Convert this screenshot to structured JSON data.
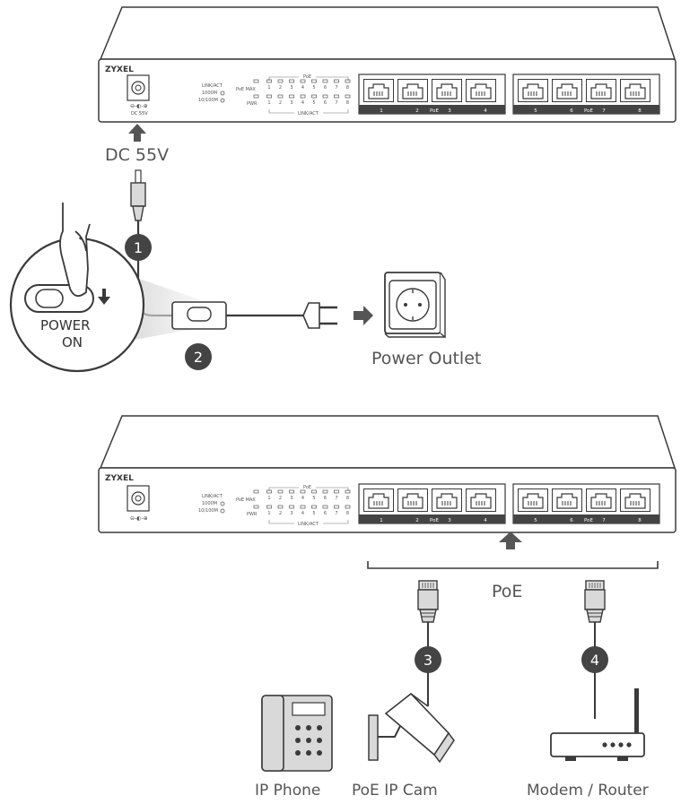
{
  "switch": {
    "brand": "ZYXEL",
    "dc_label": "DC 55V",
    "led_group_poe": "PoE",
    "led_group_link": "LINK/ACT",
    "led_left_link": "LINK/ACT",
    "led_left_1000": "1000M",
    "led_left_10100": "10/100M",
    "led_row_poe_max": "PoE MAX",
    "led_row_pwr": "PWR",
    "led_numbers": [
      "1",
      "2",
      "3",
      "4",
      "5",
      "6",
      "7",
      "8"
    ],
    "port_numbers": [
      "1",
      "2",
      "3",
      "4",
      "5",
      "6",
      "7",
      "8"
    ],
    "port_group_label": "PoE"
  },
  "power_section": {
    "dc_input_label": "DC 55V",
    "power_on_label_line1": "POWER",
    "power_on_label_line2": "ON",
    "outlet_label": "Power Outlet",
    "steps": [
      "1",
      "2"
    ]
  },
  "connect_section": {
    "poe_label": "PoE",
    "steps": [
      "3",
      "4"
    ],
    "device_ip_phone": "IP Phone",
    "device_ip_cam": "PoE IP Cam",
    "device_router": "Modem / Router"
  },
  "colors": {
    "line": "#3a3a3a",
    "step_badge": "#444444",
    "port_bar": "#444444",
    "device_fill": "#d9d9d9",
    "arrow": "#555555"
  }
}
